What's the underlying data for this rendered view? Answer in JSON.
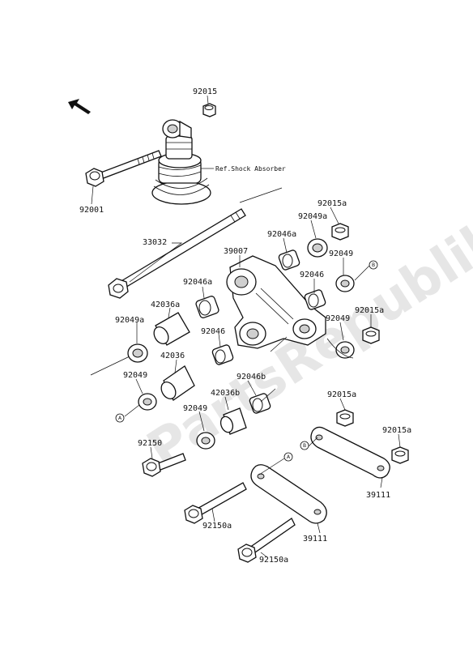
{
  "watermark": "PartsRepublik",
  "reference_note": "Ref.Shock Absorber",
  "callout_markers": {
    "a": "A",
    "b": "B"
  },
  "part_numbers": {
    "p92015": "92015",
    "p92001": "92001",
    "p92015a_1": "92015a",
    "p92049a_1": "92049a",
    "p92046a_1": "92046a",
    "p39007": "39007",
    "p33032": "33032",
    "p92049_1": "92049",
    "p92046_1": "92046",
    "p92046a_2": "92046a",
    "p42036a": "42036a",
    "p92049a_2": "92049a",
    "p92046_2": "92046",
    "p92015a_2": "92015a",
    "p92049_2": "92049",
    "p42036": "42036",
    "p92049_3": "92049",
    "p92046b": "92046b",
    "p42036b": "42036b",
    "p92015a_3": "92015a",
    "p92049_4": "92049",
    "p92015a_4": "92015a",
    "p92150": "92150",
    "p39111_1": "39111",
    "p92150a_1": "92150a",
    "p39111_2": "39111",
    "p92150a_2": "92150a"
  }
}
